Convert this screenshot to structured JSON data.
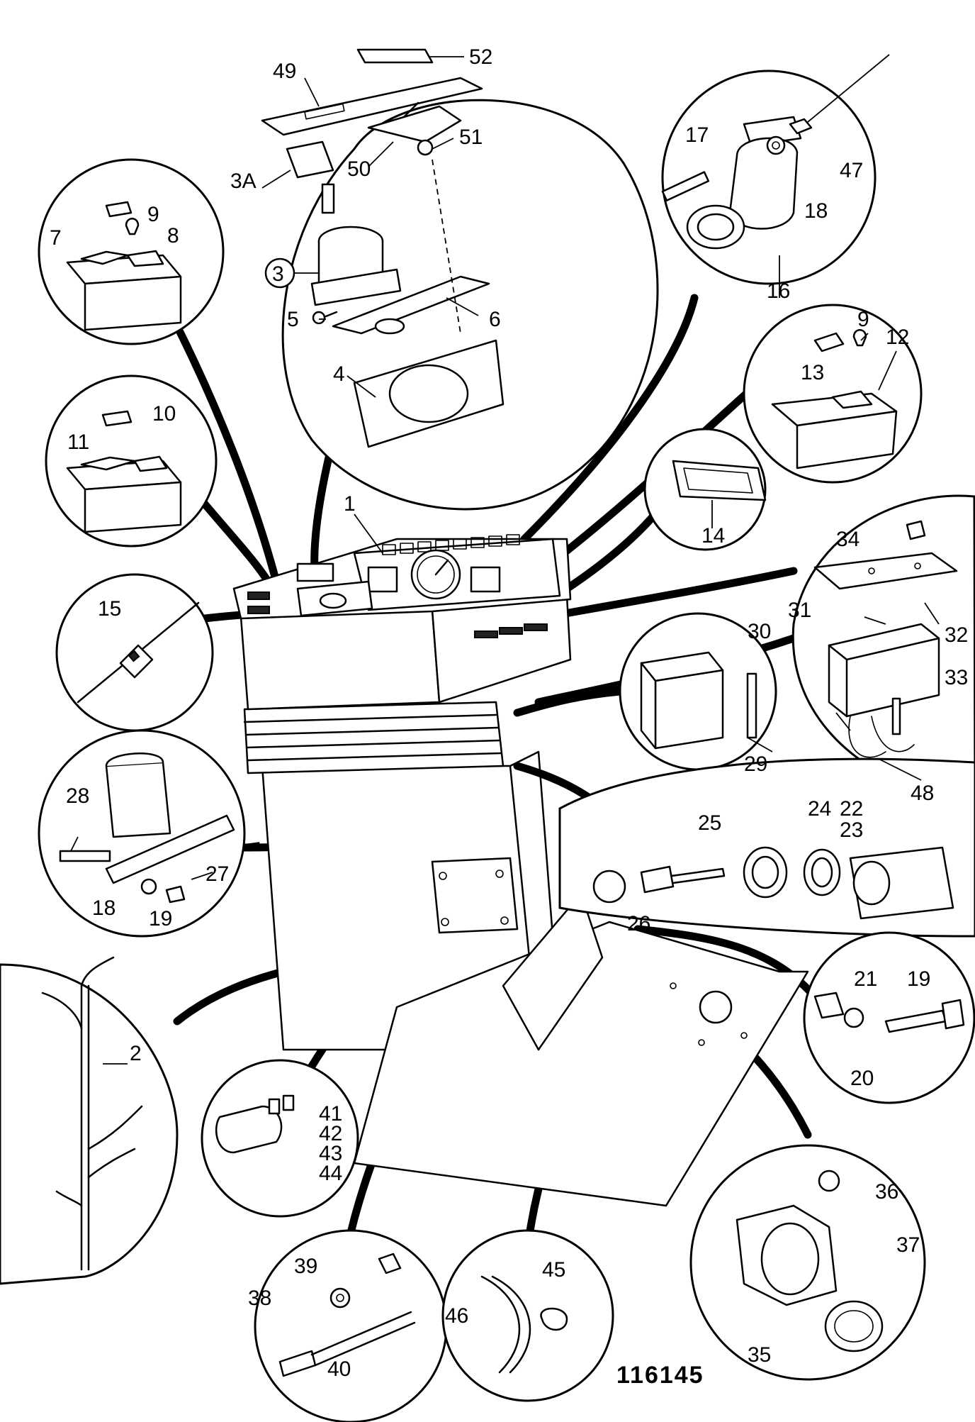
{
  "figure_number": "116145",
  "callouts": {
    "c1": "1",
    "c2": "2",
    "c3": "3",
    "c3a": "3A",
    "c4": "4",
    "c5": "5",
    "c6": "6",
    "c7": "7",
    "c8": "8",
    "c9a": "9",
    "c9b": "9",
    "c10": "10",
    "c11": "11",
    "c12": "12",
    "c13": "13",
    "c14": "14",
    "c15": "15",
    "c16": "16",
    "c17": "17",
    "c18a": "18",
    "c18b": "18",
    "c19a": "19",
    "c19b": "19",
    "c20": "20",
    "c21": "21",
    "c22": "22",
    "c23": "23",
    "c24": "24",
    "c25": "25",
    "c26": "26",
    "c27": "27",
    "c28": "28",
    "c29": "29",
    "c30": "30",
    "c31": "31",
    "c32": "32",
    "c33": "33",
    "c34": "34",
    "c35": "35",
    "c36": "36",
    "c37": "37",
    "c38": "38",
    "c39": "39",
    "c40": "40",
    "c41": "41",
    "c42": "42",
    "c43": "43",
    "c44": "44",
    "c45": "45",
    "c46": "46",
    "c47": "47",
    "c48": "48",
    "c49": "49",
    "c50": "50",
    "c51": "51",
    "c52": "52"
  }
}
